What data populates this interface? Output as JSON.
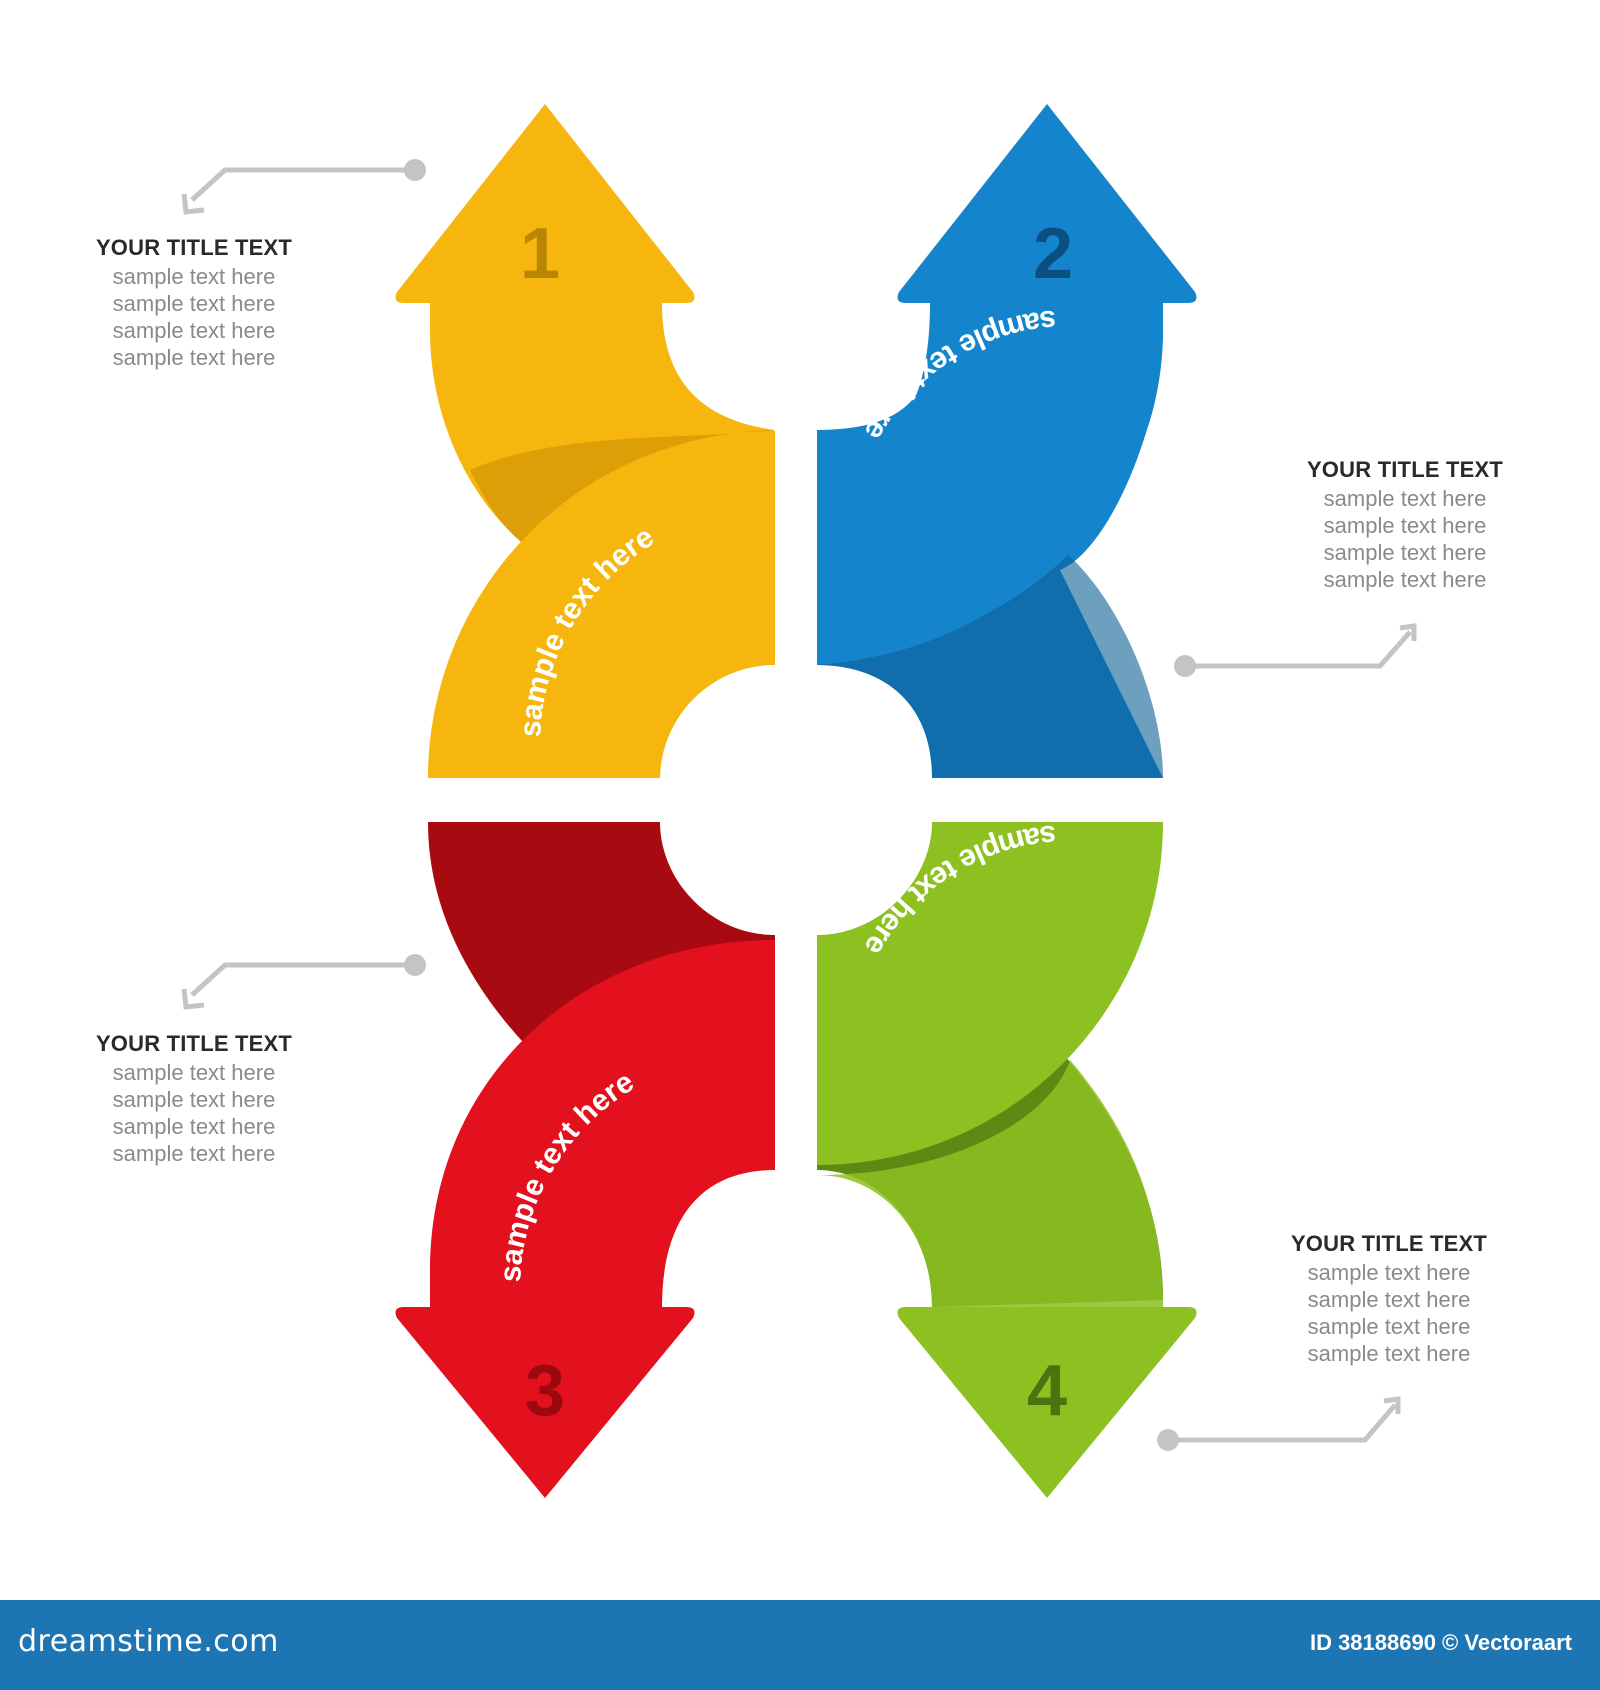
{
  "diagram": {
    "arrows": [
      {
        "number": "1",
        "band_text": "sample text here",
        "color": "#f6b60d",
        "dark": "#c98d05",
        "number_color": "#b88603"
      },
      {
        "number": "2",
        "band_text": "sample text here",
        "color": "#1485cd",
        "dark": "#0c5f94",
        "number_color": "#0b4f80"
      },
      {
        "number": "3",
        "band_text": "sample text here",
        "color": "#e3101d",
        "dark": "#a80a12",
        "number_color": "#9a0810"
      },
      {
        "number": "4",
        "band_text": "sample text here",
        "color": "#8dc021",
        "dark": "#5e8a14",
        "number_color": "#4b7410"
      }
    ],
    "callouts": [
      {
        "title": "YOUR TITLE TEXT",
        "lines": [
          "sample text here",
          "sample text here",
          "sample text here",
          "sample text here"
        ]
      },
      {
        "title": "YOUR TITLE TEXT",
        "lines": [
          "sample text here",
          "sample text here",
          "sample text here",
          "sample text here"
        ]
      },
      {
        "title": "YOUR TITLE TEXT",
        "lines": [
          "sample text here",
          "sample text here",
          "sample text here",
          "sample text here"
        ]
      },
      {
        "title": "YOUR TITLE TEXT",
        "lines": [
          "sample text here",
          "sample text here",
          "sample text here",
          "sample text here"
        ]
      }
    ],
    "connector_color": "#c4c4c4"
  },
  "footer": {
    "brand": "dreamstime.com",
    "credit": "ID 38188690 © Vectoraart",
    "background": "#1d75b3"
  }
}
